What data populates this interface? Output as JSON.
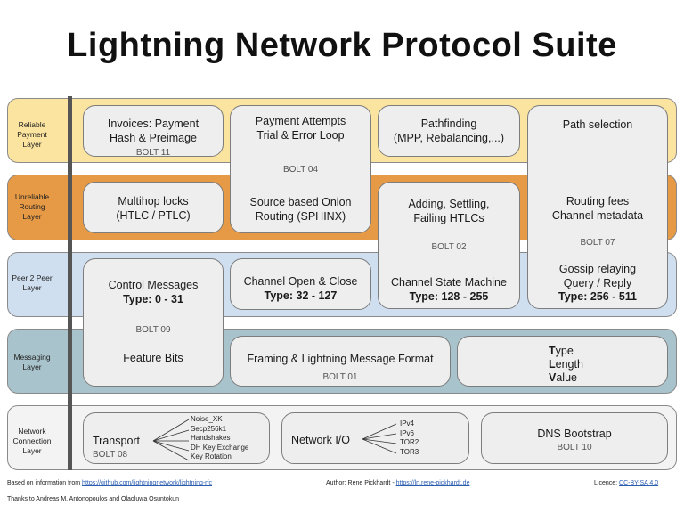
{
  "title": "Lightning Network Protocol Suite",
  "colors": {
    "reliable_payment": "#fbe3a0",
    "unreliable_routing": "#e69a45",
    "peer_to_peer": "#d0dff0",
    "messaging": "#a9c3cc",
    "network_connection": "#f3f3f3",
    "box": "#eeeeee",
    "vertical_bar": "#555555"
  },
  "layers": [
    {
      "label": "Reliable\nPayment\nLayer"
    },
    {
      "label": "Unreliable\nRouting\nLayer"
    },
    {
      "label": "Peer 2 Peer\nLayer"
    },
    {
      "label": "Messaging\nLayer"
    },
    {
      "label": "Network\nConnection\nLayer"
    }
  ],
  "boxes": {
    "invoices": {
      "text": "Invoices: Payment\nHash & Preimage",
      "bolt": "BOLT 11"
    },
    "payment_attempts": {
      "text": "Payment Attempts\nTrial & Error Loop",
      "bolt": "BOLT 04",
      "text2": "Source based Onion\nRouting (SPHINX)"
    },
    "pathfinding": {
      "text": "Pathfinding\n(MPP, Rebalancing,...)"
    },
    "path_selection": {
      "text": "Path selection",
      "text2": "Routing fees\nChannel metadata",
      "bolt": "BOLT 07",
      "text3": "Gossip relaying\nQuery / Reply",
      "type": "Type: 256 - 511"
    },
    "multihop": {
      "text": "Multihop locks\n(HTLC / PTLC)"
    },
    "adding_settling": {
      "text": "Adding, Settling,\nFailing HTLCs",
      "bolt": "BOLT 02",
      "text2": "Channel State Machine",
      "type": "Type: 128 - 255"
    },
    "control_messages": {
      "text": "Control Messages",
      "type": "Type: 0 - 31",
      "bolt": "BOLT 09",
      "text2": "Feature Bits"
    },
    "channel_open": {
      "text": "Channel Open & Close",
      "type": "Type: 32 - 127"
    },
    "framing": {
      "text": "Framing & Lightning Message Format",
      "bolt": "BOLT 01"
    },
    "tlv": {
      "t_initial": "T",
      "t_rest": "ype",
      "l_initial": "L",
      "l_rest": "ength",
      "v_initial": "V",
      "v_rest": "alue"
    },
    "transport": {
      "text": "Transport",
      "bolt": "BOLT 08",
      "items": [
        "Noise_XK",
        "Secp256k1",
        "Handshakes",
        "DH Key Exchange",
        "Key Rotation"
      ]
    },
    "network_io": {
      "text": "Network I/O",
      "items": [
        "IPv4",
        "IPv6",
        "TOR2",
        "TOR3"
      ]
    },
    "dns": {
      "text": "DNS Bootstrap",
      "bolt": "BOLT 10"
    }
  },
  "footer": {
    "based_on": "Based on information from ",
    "based_on_link": "https://github.com/lightningnetwork/lightning-rfc",
    "author": "Author: Rene Pickhardt - ",
    "author_link": "https://ln.rene-pickhardt.de",
    "licence": "Licence: ",
    "licence_link": "CC-BY-SA 4.0",
    "thanks": "Thanks to Andreas M. Antonopoulos and Olaoluwa Osuntokun"
  }
}
